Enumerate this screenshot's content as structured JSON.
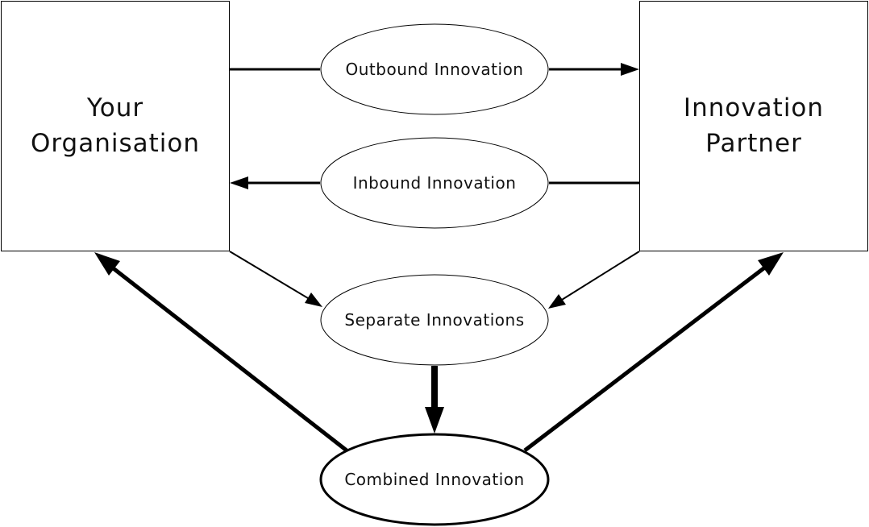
{
  "nodes": {
    "your_organisation": {
      "line1": "Your",
      "line2": "Organisation"
    },
    "innovation_partner": {
      "line1": "Innovation",
      "line2": "Partner"
    },
    "outbound": "Outbound Innovation",
    "inbound": "Inbound Innovation",
    "separate": "Separate Innovations",
    "combined": "Combined Innovation"
  },
  "colors": {
    "stroke": "#000000",
    "fill": "#ffffff",
    "text": "#111111"
  }
}
